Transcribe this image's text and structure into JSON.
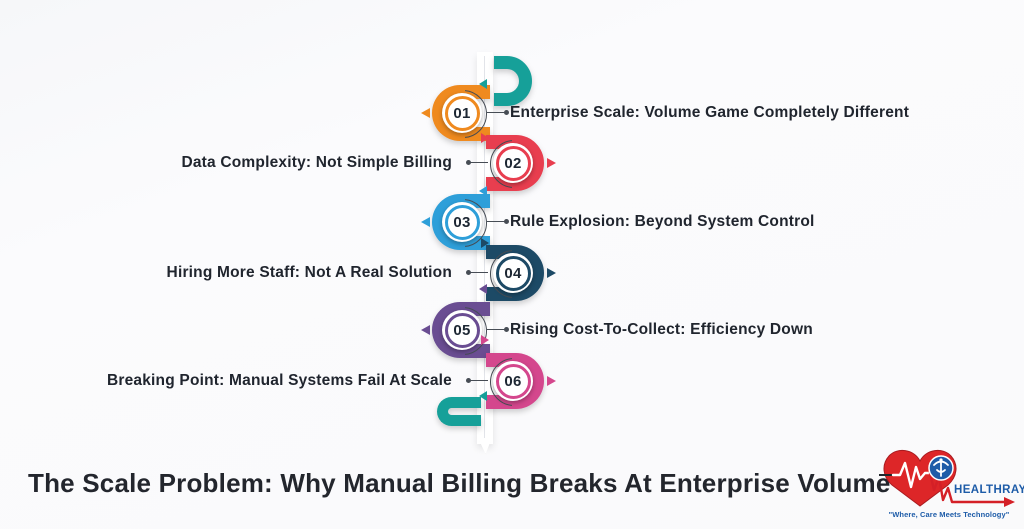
{
  "page": {
    "background": "#fafafb"
  },
  "timeline": {
    "start_color": "#16A099",
    "end_color": "#16A099",
    "line_color": "#474d55",
    "items": [
      {
        "number": "01",
        "label": "Enterprise Scale: Volume Game Completely Different",
        "color": "#EF8A1F",
        "side": "right"
      },
      {
        "number": "02",
        "label": "Data Complexity: Not Simple Billing",
        "color": "#E83E4F",
        "side": "left"
      },
      {
        "number": "03",
        "label": "Rule Explosion: Beyond System Control",
        "color": "#2E9FD9",
        "side": "right"
      },
      {
        "number": "04",
        "label": "Hiring More Staff: Not A Real Solution",
        "color": "#1D4A66",
        "side": "left"
      },
      {
        "number": "05",
        "label": "Rising Cost-To-Collect: Efficiency Down",
        "color": "#6A4D92",
        "side": "right"
      },
      {
        "number": "06",
        "label": "Breaking Point: Manual Systems Fail At Scale",
        "color": "#D4478D",
        "side": "left"
      }
    ]
  },
  "title": {
    "text": "The Scale Problem: Why Manual Billing Breaks At Enterprise Volume"
  },
  "logo": {
    "name": "HEALTHRAY",
    "tagline": "\"Where, Care Meets Technology\"",
    "heart_color": "#DD2628",
    "brand_color": "#1E5CA8"
  }
}
